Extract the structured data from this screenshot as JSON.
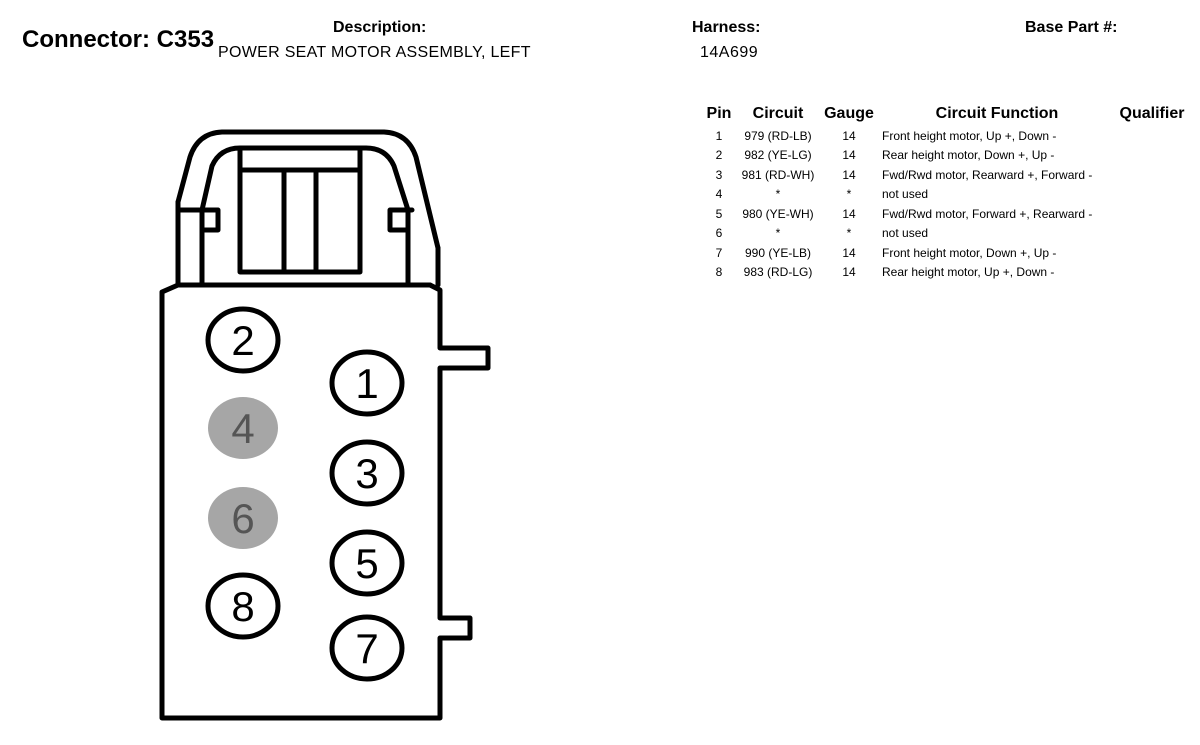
{
  "header": {
    "connector_label": "Connector: C353",
    "description_heading": "Description:",
    "description_value": "POWER SEAT MOTOR ASSEMBLY, LEFT",
    "harness_heading": "Harness:",
    "harness_value": "14A699",
    "base_part_heading": "Base Part #:"
  },
  "table": {
    "headers": [
      "Pin",
      "Circuit",
      "Gauge",
      "Circuit Function",
      "Qualifier"
    ],
    "rows": [
      {
        "pin": "1",
        "circuit": "979 (RD-LB)",
        "gauge": "14",
        "function": "Front height motor, Up +, Down -",
        "qualifier": ""
      },
      {
        "pin": "2",
        "circuit": "982 (YE-LG)",
        "gauge": "14",
        "function": "Rear height motor, Down +, Up -",
        "qualifier": ""
      },
      {
        "pin": "3",
        "circuit": "981 (RD-WH)",
        "gauge": "14",
        "function": "Fwd/Rwd motor, Rearward +, Forward -",
        "qualifier": ""
      },
      {
        "pin": "4",
        "circuit": "*",
        "gauge": "*",
        "function": "not used",
        "qualifier": ""
      },
      {
        "pin": "5",
        "circuit": "980 (YE-WH)",
        "gauge": "14",
        "function": "Fwd/Rwd motor, Forward +, Rearward -",
        "qualifier": ""
      },
      {
        "pin": "6",
        "circuit": "*",
        "gauge": "*",
        "function": "not used",
        "qualifier": ""
      },
      {
        "pin": "7",
        "circuit": "990 (YE-LB)",
        "gauge": "14",
        "function": "Front height motor, Down +, Up -",
        "qualifier": ""
      },
      {
        "pin": "8",
        "circuit": "983 (RD-LG)",
        "gauge": "14",
        "function": "Rear height motor, Up +, Down -",
        "qualifier": ""
      }
    ]
  },
  "connector_diagram": {
    "pins": [
      {
        "label": "2",
        "used": true
      },
      {
        "label": "1",
        "used": true
      },
      {
        "label": "4",
        "used": false
      },
      {
        "label": "3",
        "used": true
      },
      {
        "label": "6",
        "used": false
      },
      {
        "label": "5",
        "used": true
      },
      {
        "label": "8",
        "used": true
      },
      {
        "label": "7",
        "used": true
      }
    ],
    "colors": {
      "outline": "#000000",
      "used_fill": "#ffffff",
      "unused_fill": "#a6a6a6",
      "unused_text": "#555555"
    }
  }
}
